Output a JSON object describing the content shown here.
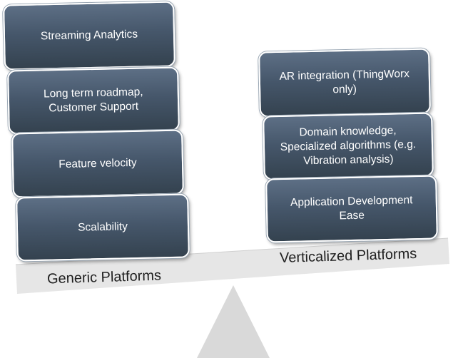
{
  "left_platform": {
    "label": "Generic Platforms",
    "items": [
      "Streaming Analytics",
      "Long term roadmap, Customer Support",
      "Feature velocity",
      "Scalability"
    ]
  },
  "right_platform": {
    "label": "Verticalized Platforms",
    "items": [
      "AR integration (ThingWorx only)",
      "Domain knowledge, Specialized algorithms (e.g. Vibration analysis)",
      "Application Development Ease"
    ]
  },
  "colors": {
    "box_fill_top": "#5d6f85",
    "box_fill_bottom": "#34424f",
    "beam": "#e6e6e6",
    "fulcrum": "#d9d9d9"
  }
}
